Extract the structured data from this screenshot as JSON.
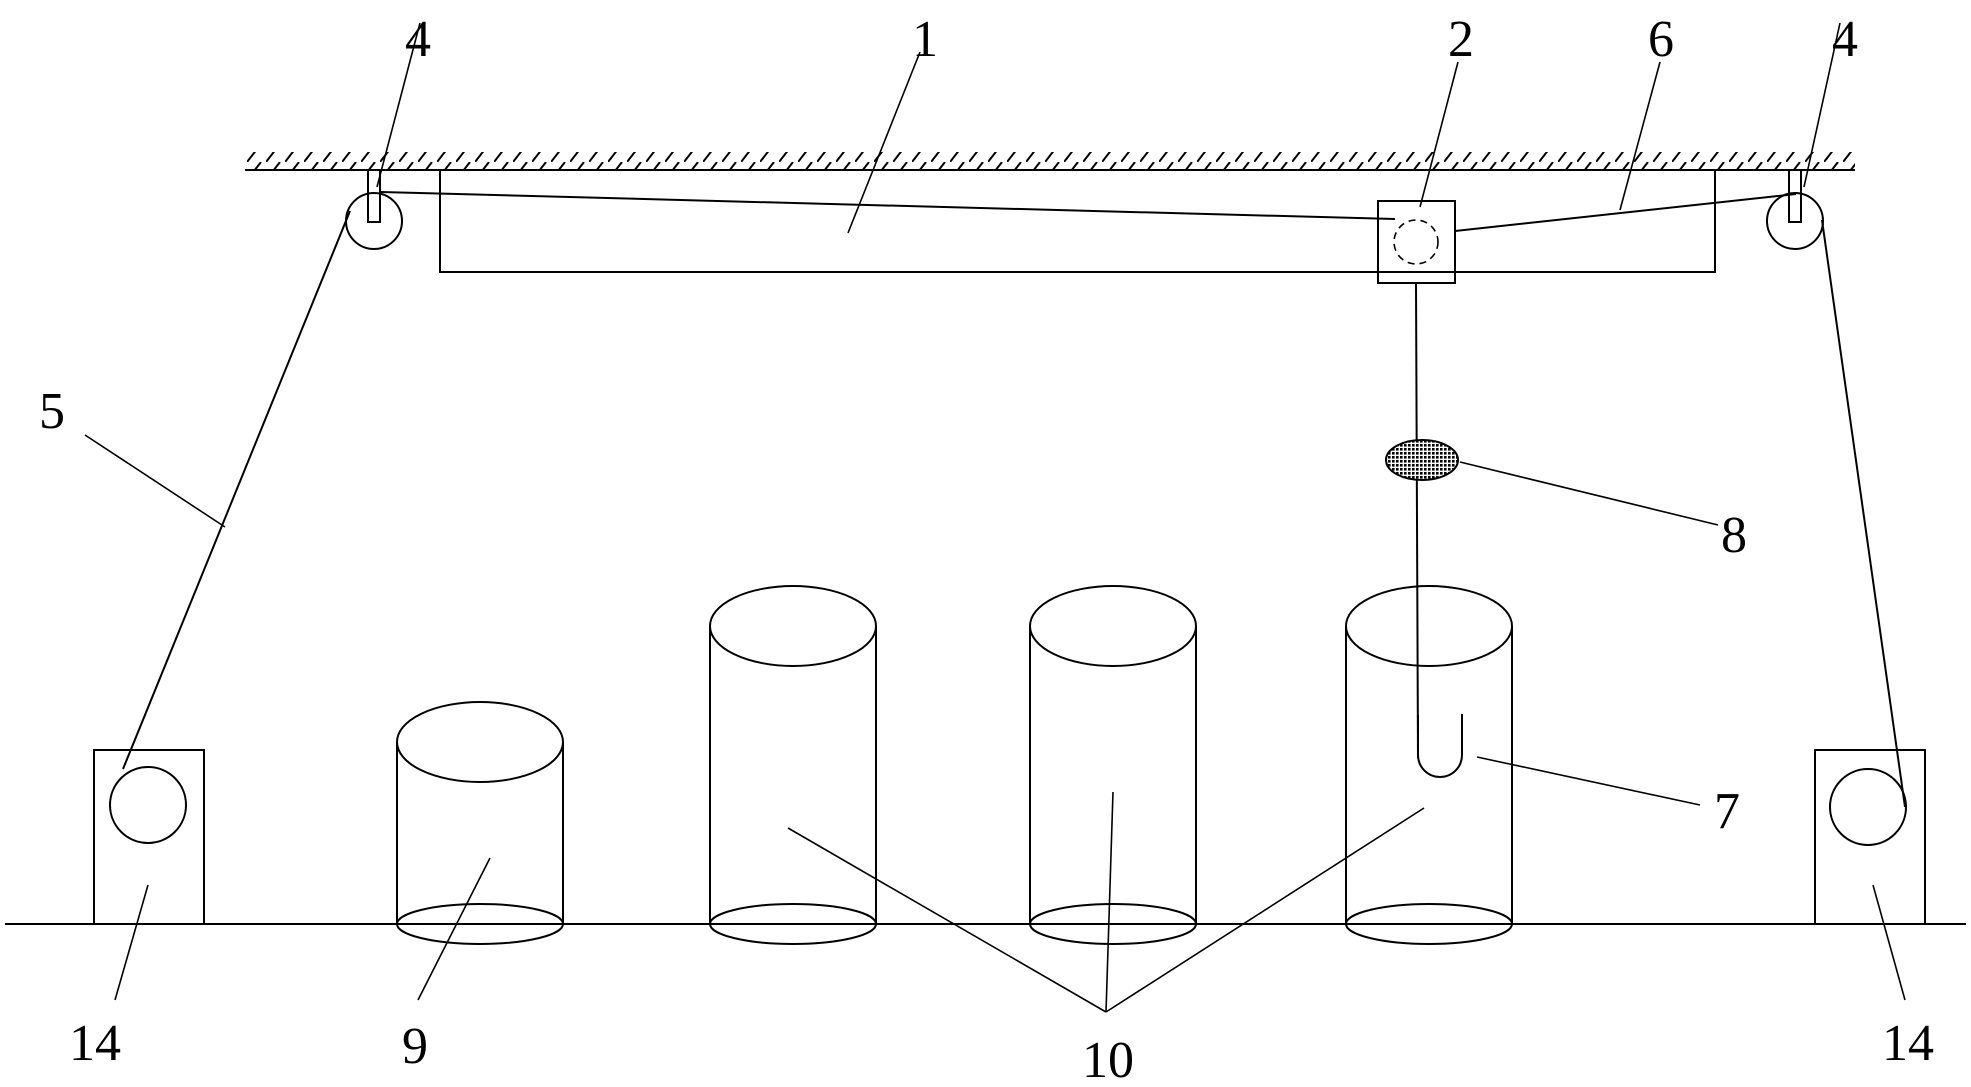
{
  "labels": {
    "l1": "1",
    "l2": "2",
    "l4_left": "4",
    "l4_right": "4",
    "l5": "5",
    "l6": "6",
    "l7": "7",
    "l8": "8",
    "l9": "9",
    "l10": "10",
    "l14_left": "14",
    "l14_right": "14"
  }
}
